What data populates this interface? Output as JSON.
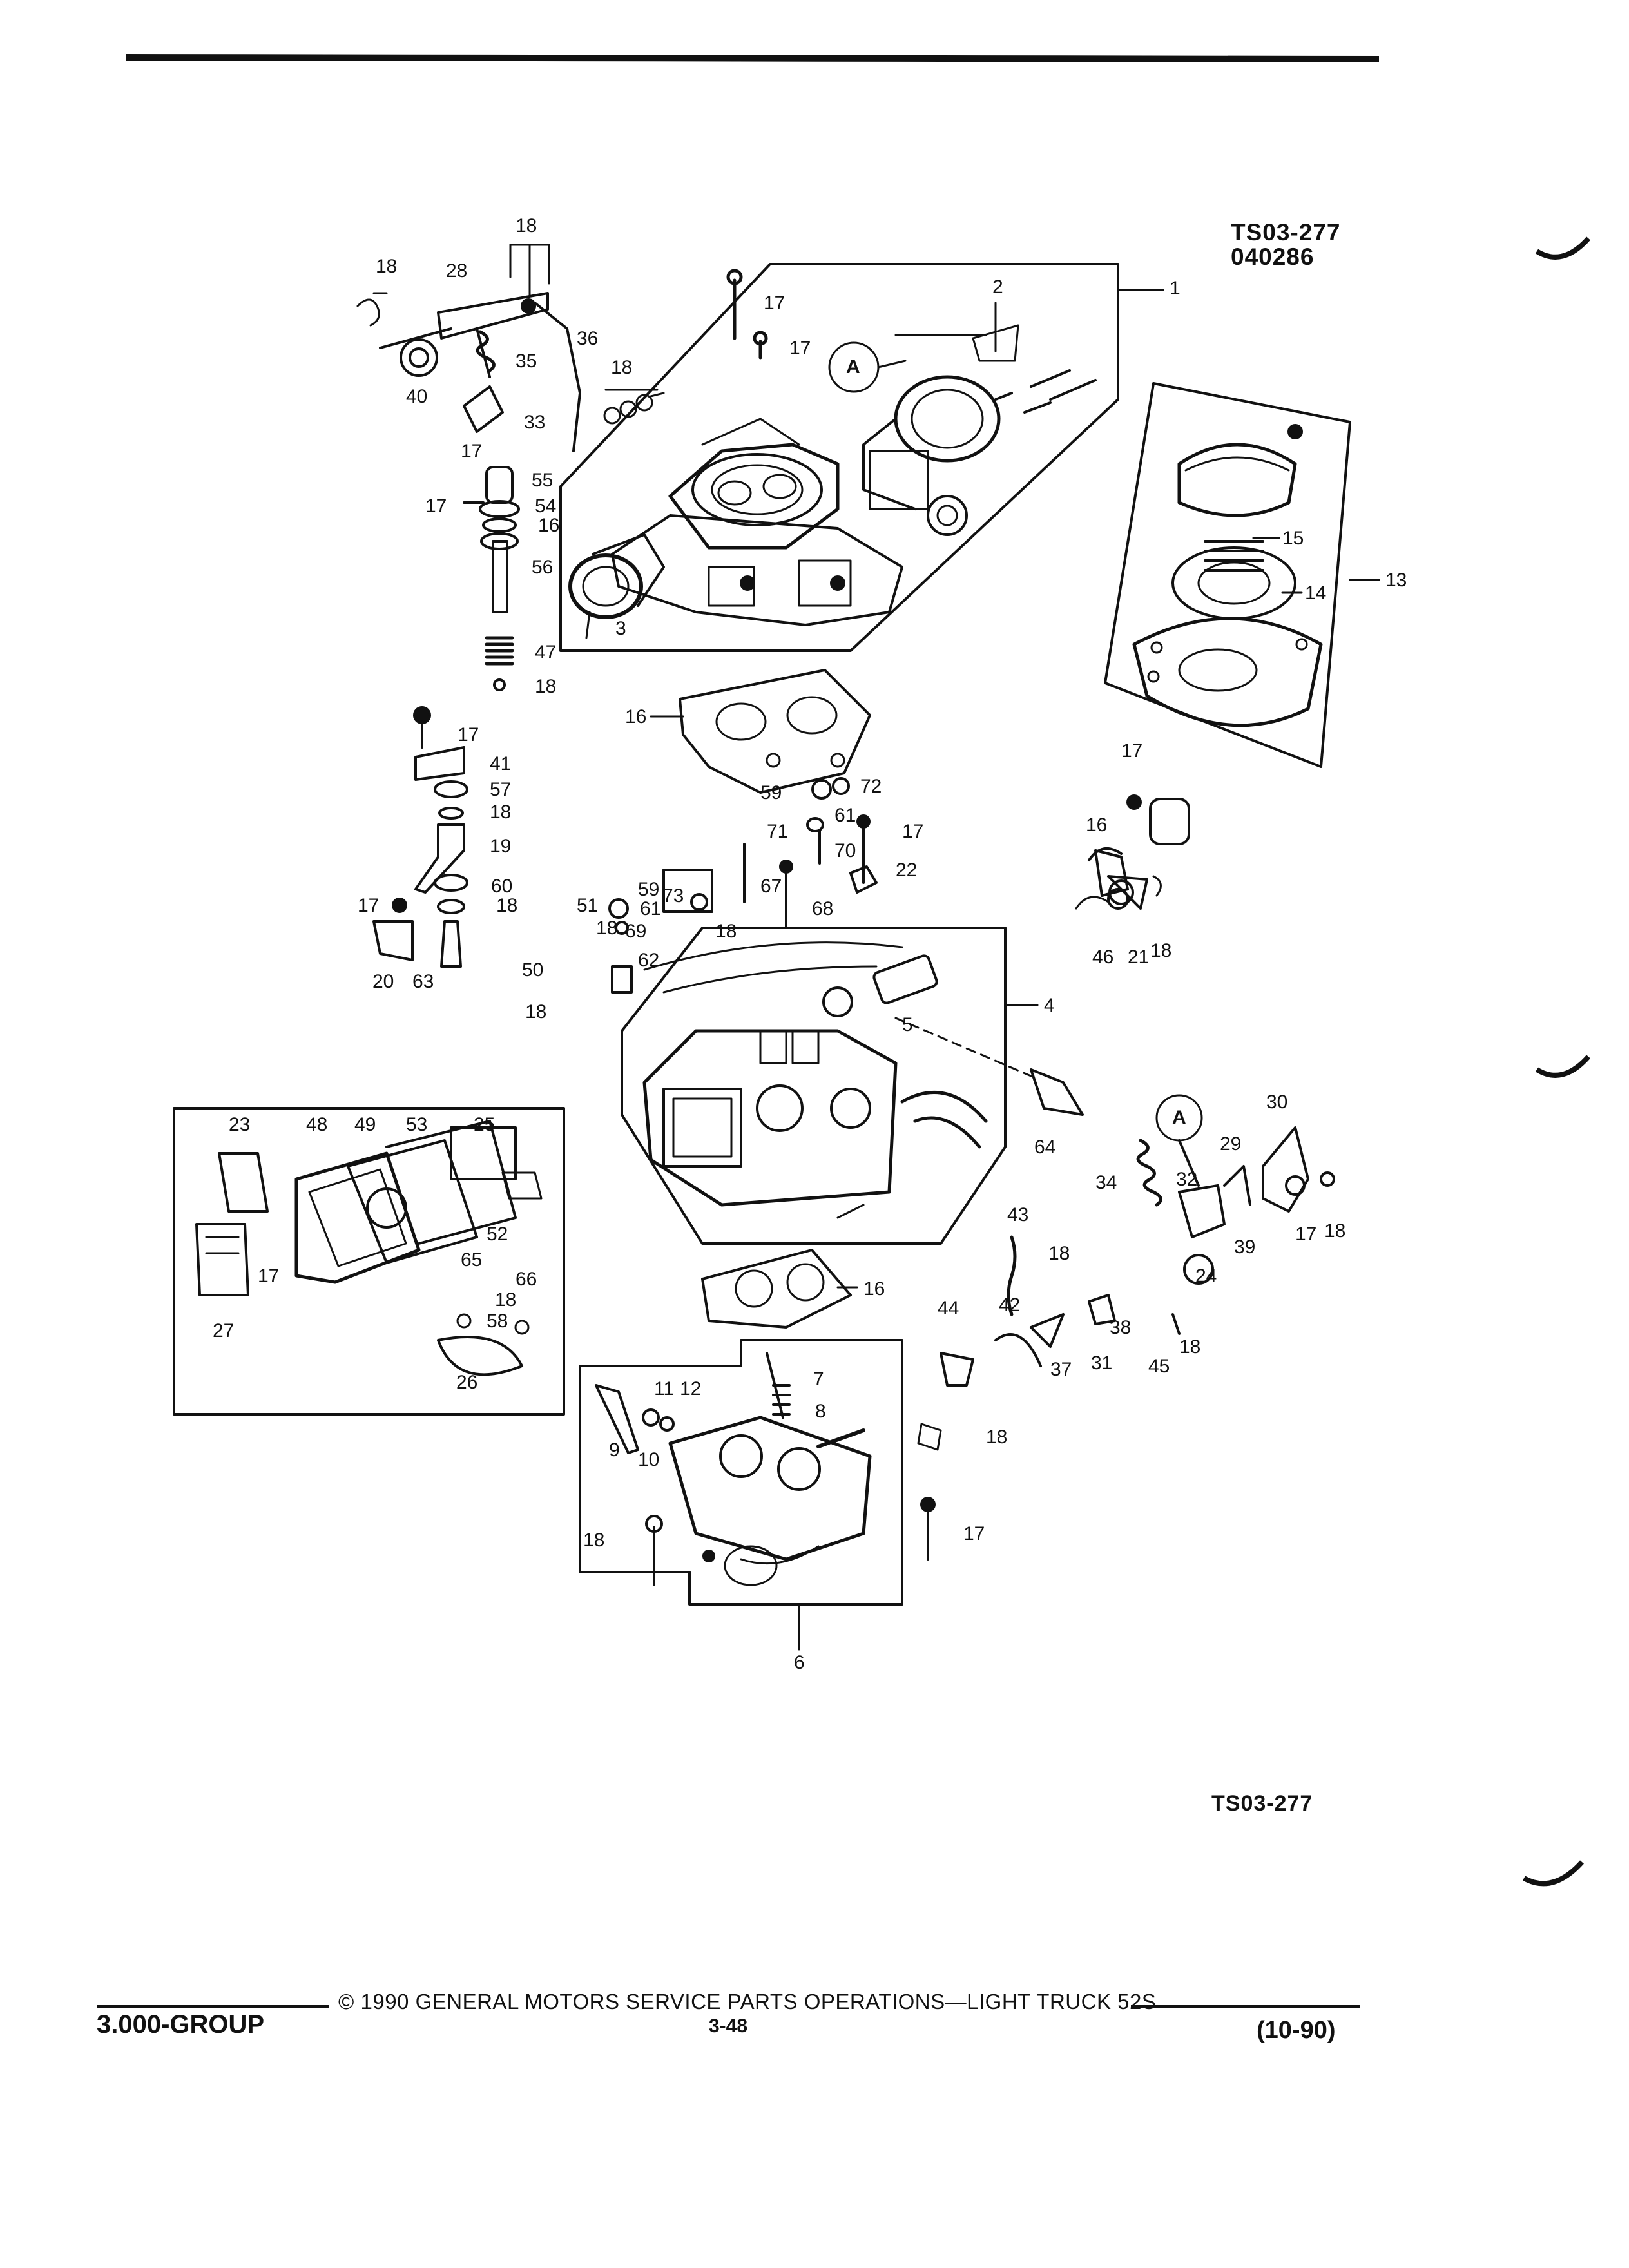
{
  "header": {
    "illustration_code": "TS03-277",
    "illustration_date": "040286"
  },
  "footer": {
    "copyright_symbol": "©",
    "copyright_text": "1990 GENERAL MOTORS SERVICE PARTS OPERATIONS—LIGHT TRUCK 52S",
    "page_number": "3-48",
    "group": "3.000-GROUP",
    "revision_date": "(10-90)",
    "bottom_code": "TS03-277"
  },
  "callouts": [
    "1",
    "2",
    "3",
    "4",
    "5",
    "6",
    "7",
    "8",
    "9",
    "10",
    "11",
    "12",
    "13",
    "14",
    "15",
    "16",
    "17",
    "18",
    "19",
    "20",
    "21",
    "22",
    "23",
    "24",
    "25",
    "26",
    "27",
    "28",
    "29",
    "30",
    "31",
    "32",
    "33",
    "34",
    "35",
    "36",
    "37",
    "38",
    "39",
    "40",
    "41",
    "42",
    "43",
    "44",
    "45",
    "46",
    "47",
    "48",
    "49",
    "50",
    "51",
    "52",
    "53",
    "54",
    "55",
    "56",
    "57",
    "58",
    "59",
    "60",
    "61",
    "62",
    "63",
    "64",
    "65",
    "66",
    "67",
    "68",
    "69",
    "70",
    "71",
    "72",
    "73"
  ],
  "reference_marker": "A",
  "colors": {
    "ink": "#111111",
    "paper": "#ffffff"
  }
}
